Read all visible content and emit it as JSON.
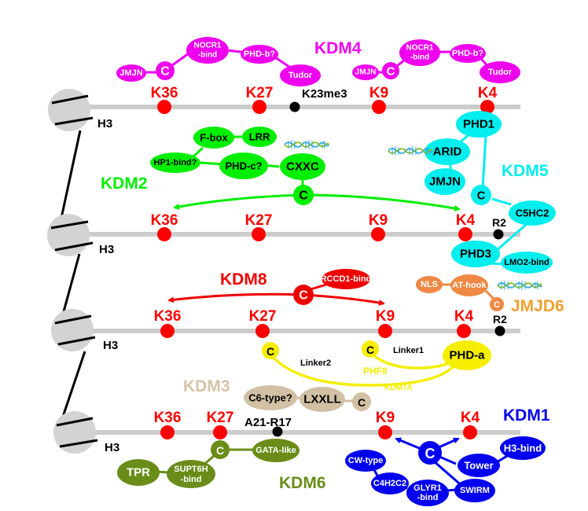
{
  "histone_label": "H3",
  "colors": {
    "kdm4": "#ee00ee",
    "kdm2": "#00ee00",
    "kdm5": "#00eeee",
    "kdm8": "#ee0000",
    "jmjd6": "#ee8844",
    "jmjd6_label": "#f0a030",
    "phf8": "#f5ee00",
    "kdm3": "#d2c0a4",
    "kdm3_label": "#d5c4a8",
    "kdm6": "#6a8c18",
    "kdm1": "#0000ee",
    "site": "#ff0000",
    "tail": "#cccccc"
  },
  "rows": [
    {
      "sites": [
        "K36",
        "K27",
        "K9",
        "K4"
      ],
      "extra_marks": [
        "K23me3"
      ],
      "family": "KDM4",
      "domains_left": [
        "JMJN",
        "C",
        "NOCR1\n-bind",
        "PHD-b?",
        "Tudor"
      ],
      "domains_right": [
        "JMJN",
        "C",
        "NOCR1\n-bind",
        "PHD-b?",
        "Tudor"
      ]
    },
    {
      "sites": [
        "K36",
        "K27",
        "K9",
        "K4"
      ],
      "extra_marks": [
        "R2"
      ],
      "families": [
        {
          "name": "KDM2",
          "domains": [
            "F-box",
            "LRR",
            "HP1-bind?",
            "PHD-c?",
            "CXXC",
            "C"
          ]
        },
        {
          "name": "KDM5",
          "domains": [
            "PHD1",
            "ARID",
            "JMJN",
            "C",
            "C5HC2",
            "PHD3",
            "LMO2-bind"
          ]
        }
      ]
    },
    {
      "sites": [
        "K36",
        "K27",
        "K9",
        "K4"
      ],
      "extra_marks": [
        "R2"
      ],
      "families": [
        {
          "name": "KDM8",
          "domains": [
            "C",
            "RCCD1-bind"
          ]
        },
        {
          "name": "JMJD6",
          "domains": [
            "NLS",
            "AT-hook",
            "C"
          ]
        },
        {
          "name": "PHF8",
          "domains": [
            "C",
            "Linker1",
            "PHD-a"
          ]
        },
        {
          "name": "KDM7A",
          "domains": [
            "C",
            "Linker2"
          ]
        }
      ]
    },
    {
      "sites": [
        "K36",
        "K27",
        "K9",
        "K4"
      ],
      "extra_marks": [
        "A21-R17"
      ],
      "families": [
        {
          "name": "KDM3",
          "domains": [
            "C6-type?",
            "LXXLL",
            "C"
          ]
        },
        {
          "name": "KDM6",
          "domains": [
            "TPR",
            "SUPT6H\n-bind",
            "C",
            "GATA-like"
          ]
        },
        {
          "name": "KDM1",
          "domains": [
            "CW-type",
            "C4H2C2",
            "GLYR1\n-bind",
            "SWIRM",
            "C",
            "Tower",
            "H3-bind"
          ]
        }
      ]
    }
  ],
  "labels": {
    "kdm4": "KDM4",
    "kdm2": "KDM2",
    "kdm5": "KDM5",
    "kdm8": "KDM8",
    "jmjd6": "JMJD6",
    "phf8": "PHF8",
    "kdm7a": "KDM7A",
    "kdm3": "KDM3",
    "kdm6": "KDM6",
    "kdm1": "KDM1",
    "k36": "K36",
    "k27": "K27",
    "k9": "K9",
    "k4": "K4",
    "k23me3": "K23me3",
    "r2": "R2",
    "a21r17": "A21-R17",
    "c": "C",
    "jmjn": "JMJN",
    "nocr1_a": "NOCR1",
    "nocr1_b": "-bind",
    "phdb": "PHD-b?",
    "tudor": "Tudor",
    "fbox": "F-box",
    "lrr": "LRR",
    "hp1": "HP1-bind?",
    "phdc": "PHD-c?",
    "cxxc": "CXXC",
    "phd1": "PHD1",
    "arid": "ARID",
    "c5hc2": "C5HC2",
    "phd3": "PHD3",
    "lmo2": "LMO2-bind",
    "rccd1": "RCCD1-bind",
    "nls": "NLS",
    "athook": "AT-hook",
    "linker1": "Linker1",
    "linker2": "Linker2",
    "phda": "PHD-a",
    "c6": "C6-type?",
    "lxxll": "LXXLL",
    "tpr": "TPR",
    "supt6h_a": "SUPT6H",
    "supt6h_b": "-bind",
    "gata": "GATA-like",
    "cwtype": "CW-type",
    "c4h2c2": "C4H2C2",
    "glyr1_a": "GLYR1",
    "glyr1_b": "-bind",
    "swirm": "SWIRM",
    "tower": "Tower",
    "h3bind": "H3-bind"
  }
}
